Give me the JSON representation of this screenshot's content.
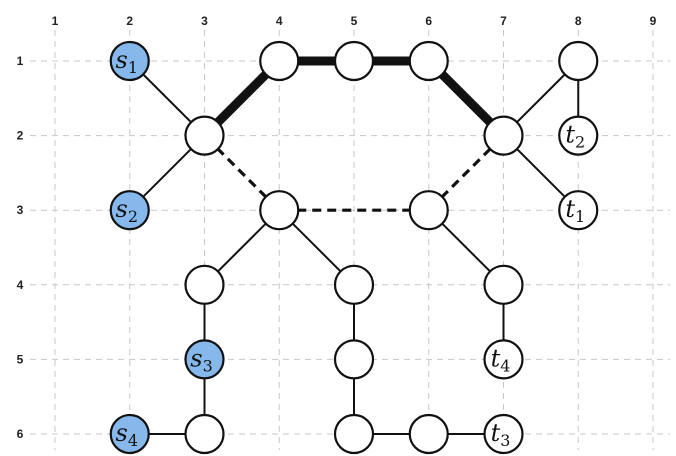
{
  "grid": {
    "columns": [
      "1",
      "2",
      "3",
      "4",
      "5",
      "6",
      "7",
      "8",
      "9"
    ],
    "rows": [
      "1",
      "2",
      "3",
      "4",
      "5",
      "6"
    ]
  },
  "colors": {
    "source_fill": "#86b8ec",
    "default_fill": "#ffffff"
  },
  "nodes": [
    {
      "id": "s1",
      "col": 2,
      "row": 1,
      "label": "s",
      "sub": "1",
      "source": true
    },
    {
      "id": "n41",
      "col": 4,
      "row": 1,
      "label": "",
      "sub": ""
    },
    {
      "id": "n51",
      "col": 5,
      "row": 1,
      "label": "",
      "sub": ""
    },
    {
      "id": "n61",
      "col": 6,
      "row": 1,
      "label": "",
      "sub": ""
    },
    {
      "id": "n81",
      "col": 8,
      "row": 1,
      "label": "",
      "sub": ""
    },
    {
      "id": "n32",
      "col": 3,
      "row": 2,
      "label": "",
      "sub": ""
    },
    {
      "id": "n72",
      "col": 7,
      "row": 2,
      "label": "",
      "sub": ""
    },
    {
      "id": "t2",
      "col": 8,
      "row": 2,
      "label": "t",
      "sub": "2"
    },
    {
      "id": "s2",
      "col": 2,
      "row": 3,
      "label": "s",
      "sub": "2",
      "source": true
    },
    {
      "id": "n43",
      "col": 4,
      "row": 3,
      "label": "",
      "sub": ""
    },
    {
      "id": "n63",
      "col": 6,
      "row": 3,
      "label": "",
      "sub": ""
    },
    {
      "id": "t1",
      "col": 8,
      "row": 3,
      "label": "t",
      "sub": "1"
    },
    {
      "id": "n34",
      "col": 3,
      "row": 4,
      "label": "",
      "sub": ""
    },
    {
      "id": "n54",
      "col": 5,
      "row": 4,
      "label": "",
      "sub": ""
    },
    {
      "id": "n74",
      "col": 7,
      "row": 4,
      "label": "",
      "sub": ""
    },
    {
      "id": "s3",
      "col": 3,
      "row": 5,
      "label": "s",
      "sub": "3",
      "source": true
    },
    {
      "id": "n55",
      "col": 5,
      "row": 5,
      "label": "",
      "sub": ""
    },
    {
      "id": "t4",
      "col": 7,
      "row": 5,
      "label": "t",
      "sub": "4"
    },
    {
      "id": "s4",
      "col": 2,
      "row": 6,
      "label": "s",
      "sub": "4",
      "source": true
    },
    {
      "id": "n36",
      "col": 3,
      "row": 6,
      "label": "",
      "sub": ""
    },
    {
      "id": "n56",
      "col": 5,
      "row": 6,
      "label": "",
      "sub": ""
    },
    {
      "id": "n66",
      "col": 6,
      "row": 6,
      "label": "",
      "sub": ""
    },
    {
      "id": "t3",
      "col": 7,
      "row": 6,
      "label": "t",
      "sub": "3"
    }
  ],
  "edges": [
    {
      "from": "s1",
      "to": "n32",
      "style": "normal"
    },
    {
      "from": "s2",
      "to": "n32",
      "style": "normal"
    },
    {
      "from": "n32",
      "to": "n41",
      "style": "thick"
    },
    {
      "from": "n41",
      "to": "n51",
      "style": "thick"
    },
    {
      "from": "n51",
      "to": "n61",
      "style": "thick"
    },
    {
      "from": "n61",
      "to": "n72",
      "style": "thick"
    },
    {
      "from": "n32",
      "to": "n43",
      "style": "dashed"
    },
    {
      "from": "n43",
      "to": "n63",
      "style": "dashed"
    },
    {
      "from": "n63",
      "to": "n72",
      "style": "dashed"
    },
    {
      "from": "n72",
      "to": "n81",
      "style": "normal"
    },
    {
      "from": "n81",
      "to": "t2",
      "style": "normal"
    },
    {
      "from": "n72",
      "to": "t1",
      "style": "normal"
    },
    {
      "from": "n43",
      "to": "n34",
      "style": "normal"
    },
    {
      "from": "n43",
      "to": "n54",
      "style": "normal"
    },
    {
      "from": "n63",
      "to": "n74",
      "style": "normal"
    },
    {
      "from": "n34",
      "to": "s3",
      "style": "normal"
    },
    {
      "from": "s3",
      "to": "n36",
      "style": "normal"
    },
    {
      "from": "s4",
      "to": "n36",
      "style": "normal"
    },
    {
      "from": "n54",
      "to": "n55",
      "style": "normal"
    },
    {
      "from": "n55",
      "to": "n56",
      "style": "normal"
    },
    {
      "from": "n56",
      "to": "n66",
      "style": "normal"
    },
    {
      "from": "n66",
      "to": "t3",
      "style": "normal"
    },
    {
      "from": "n74",
      "to": "t4",
      "style": "normal"
    }
  ]
}
